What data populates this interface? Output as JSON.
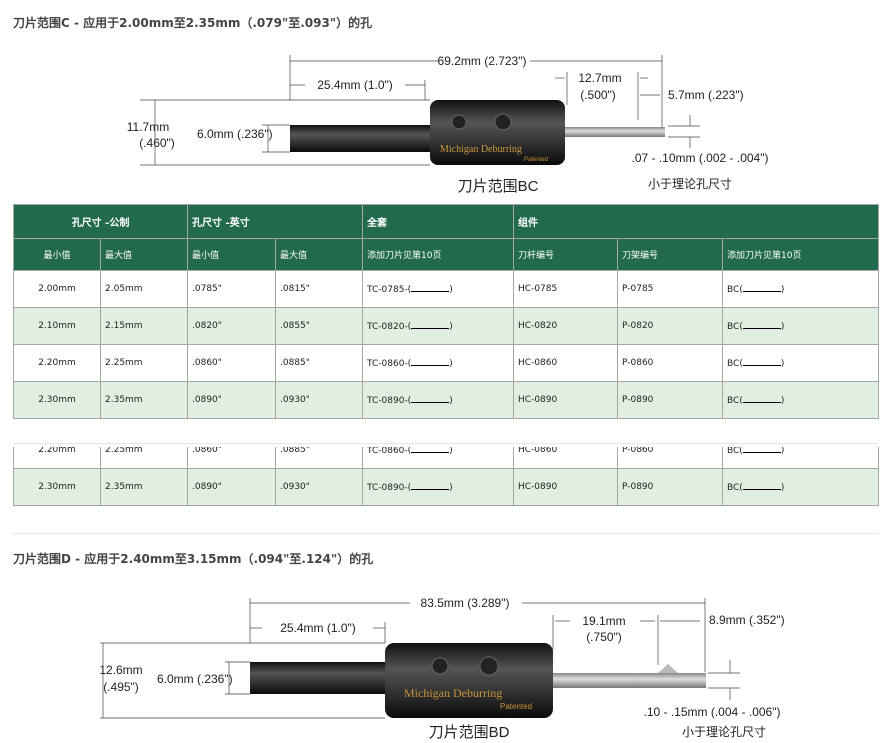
{
  "section_c": {
    "title": "刀片范围C - 应用于2.00mm至2.35mm（.079\"至.093\"）的孔",
    "diagram": {
      "overall": "69.2mm (2.723\")",
      "shank_len": "25.4mm (1.0\")",
      "tip_len_mm": "12.7mm",
      "tip_len_in": "(.500\")",
      "blade_len": "5.7mm (.223\")",
      "body_dia_mm": "11.7mm",
      "body_dia_in": "(.460\")",
      "shank_dia": "6.0mm (.236\")",
      "clearance": ".07 - .10mm (.002 - .004\")",
      "caption": "刀片范围BC",
      "clearance_note": "小于理论孔尺寸",
      "brand": "Michigan Deburring",
      "patented": "Patented"
    }
  },
  "table": {
    "group_headers": [
      "孔尺寸 -公制",
      "孔尺寸 -英寸",
      "全套",
      "组件"
    ],
    "sub_headers": [
      "最小值",
      "最大值",
      "最小值",
      "最大值",
      "添加刀片见第10页",
      "刀杆编号",
      "刀架编号",
      "添加刀片见第10页"
    ],
    "rows": [
      [
        "2.00mm",
        "2.05mm",
        ".0785\"",
        ".0815\"",
        "TC-0785-(",
        "HC-0785",
        "P-0785",
        "BC("
      ],
      [
        "2.10mm",
        "2.15mm",
        ".0820\"",
        ".0855\"",
        "TC-0820-(",
        "HC-0820",
        "P-0820",
        "BC("
      ],
      [
        "2.20mm",
        "2.25mm",
        ".0860\"",
        ".0885\"",
        "TC-0860-(",
        "HC-0860",
        "P-0860",
        "BC("
      ],
      [
        "2.30mm",
        "2.35mm",
        ".0890\"",
        ".0930\"",
        "TC-0890-(",
        "HC-0890",
        "P-0890",
        "BC("
      ]
    ],
    "close": ")"
  },
  "section_d": {
    "title": "刀片范围D - 应用于2.40mm至3.15mm（.094\"至.124\"）的孔",
    "diagram": {
      "overall": "83.5mm (3.289\")",
      "shank_len": "25.4mm (1.0\")",
      "tip_len_mm": "19.1mm",
      "tip_len_in": "(.750\")",
      "blade_len": "8.9mm (.352\")",
      "body_dia_mm": "12.6mm",
      "body_dia_in": "(.495\")",
      "shank_dia": "6.0mm (.236\")",
      "clearance": ".10 - .15mm (.004 - .006\")",
      "caption": "刀片范围BD",
      "clearance_note": "小于理论孔尺寸",
      "brand": "Michigan Deburring",
      "patented": "Patented"
    }
  }
}
